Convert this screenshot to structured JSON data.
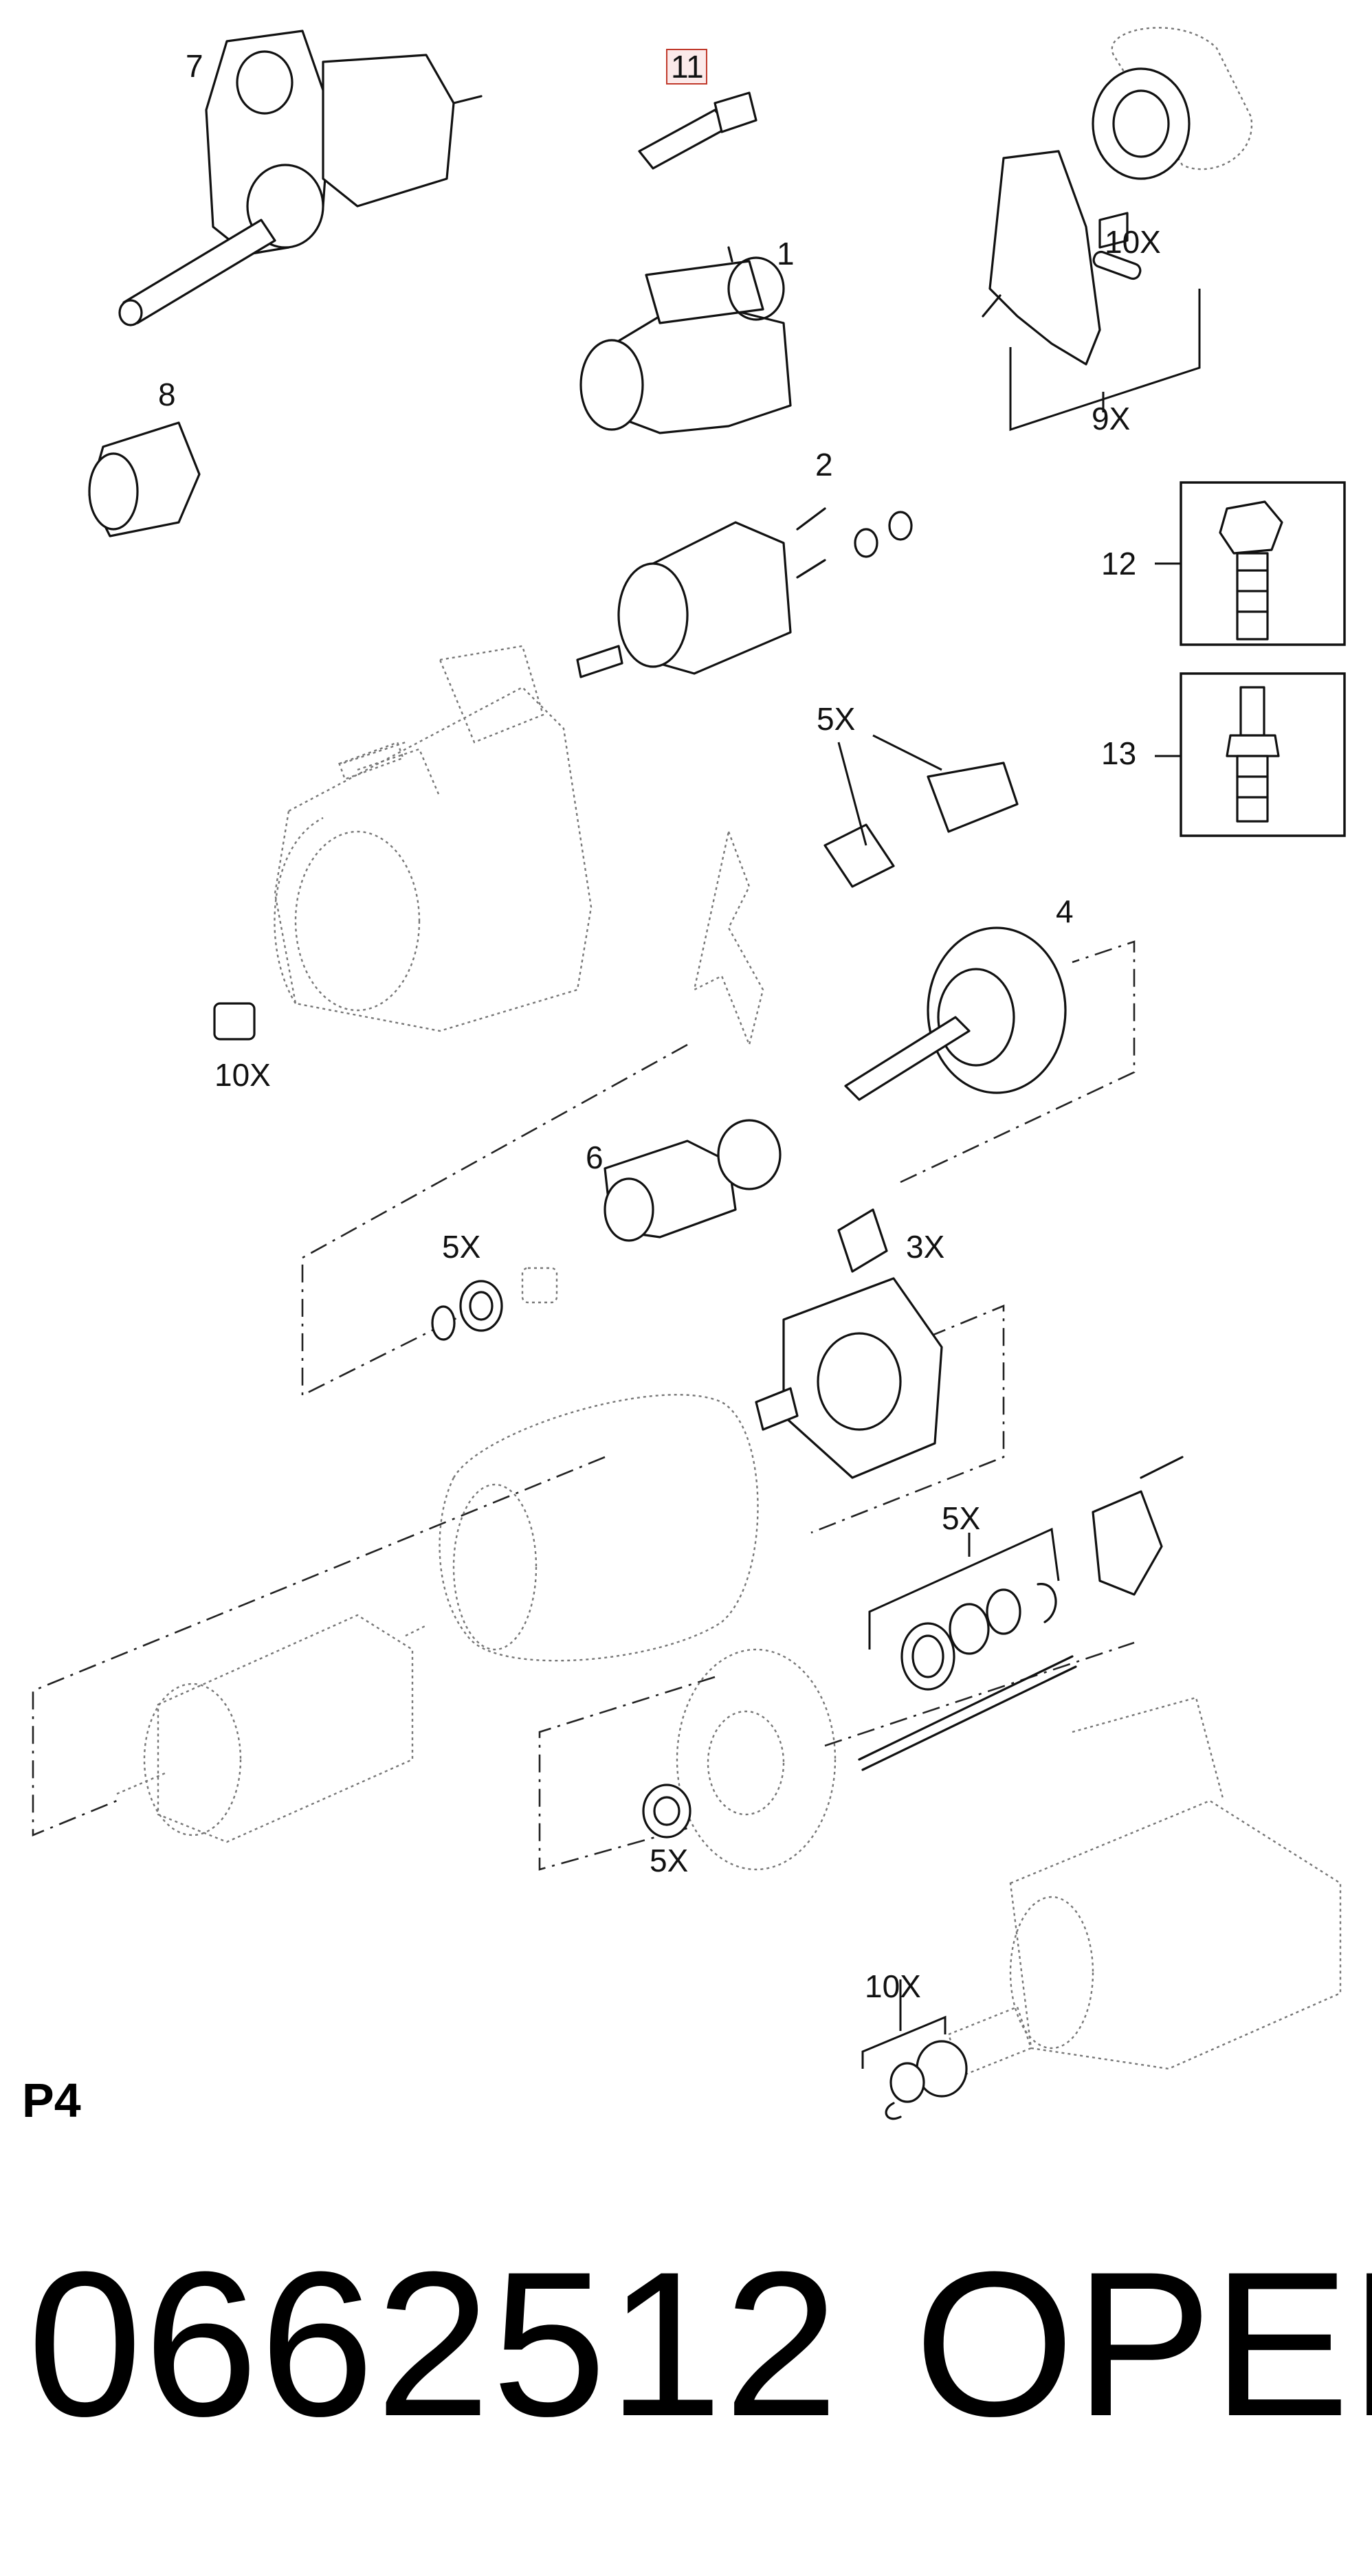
{
  "diagram": {
    "labels": {
      "p1": "1",
      "p2": "2",
      "p4": "4",
      "p6": "6",
      "p7": "7",
      "p8": "8",
      "p11": "11",
      "p12": "12",
      "p13": "13",
      "q_9x": "9X",
      "q_10x_pin": "10X",
      "q_10x_bush": "10X",
      "q_5x_term": "5X",
      "q_3x": "3X",
      "q_5x_washer": "5X",
      "q_5x_seal": "5X",
      "q_5x_cap": "5X",
      "q_10x_circlip": "10X"
    }
  },
  "footer": {
    "page_code": "P4",
    "part_number": "0662512",
    "brand": "OPEL"
  }
}
